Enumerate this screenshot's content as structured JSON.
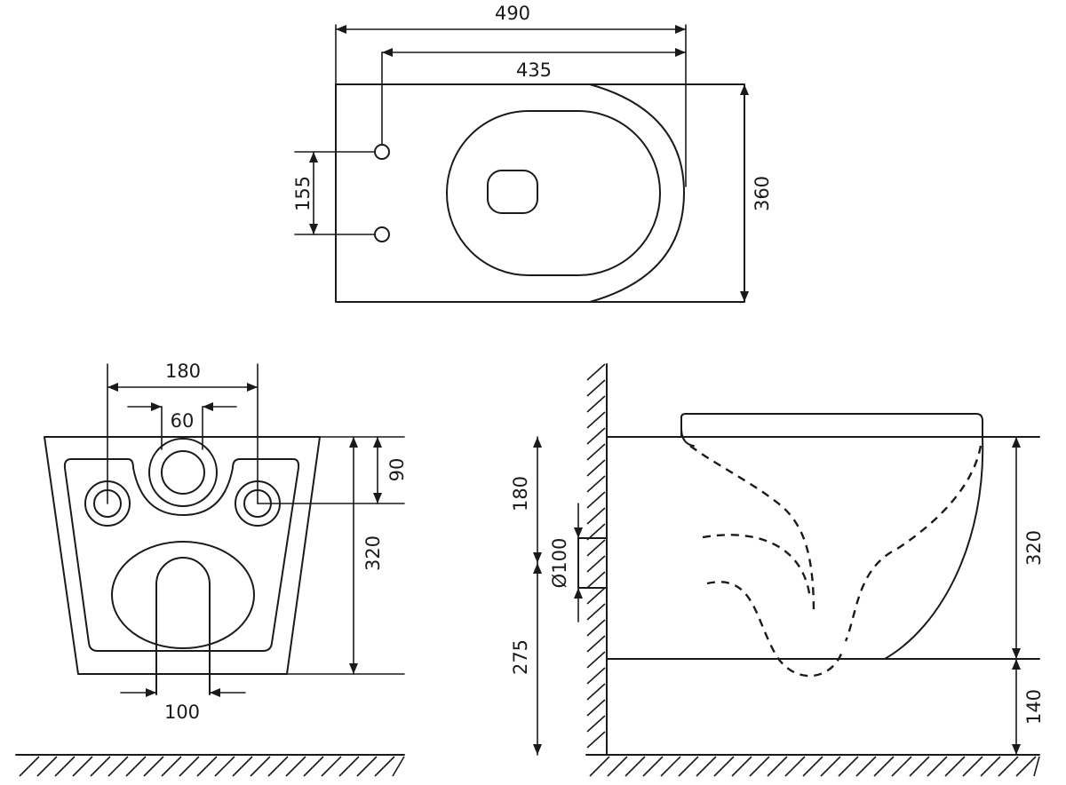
{
  "top_view": {
    "dim_total_length": "490",
    "dim_fixing_to_front": "435",
    "dim_fixing_spacing": "155",
    "dim_width": "360"
  },
  "front_view": {
    "dim_fixing_holes": "180",
    "dim_waste_inlet": "60",
    "dim_inlet_height": "90",
    "dim_height": "320",
    "dim_outlet": "100"
  },
  "side_view": {
    "dim_rim_upper": "180",
    "dim_pipe_diameter": "Ø100",
    "dim_rim_height": "275",
    "dim_height": "320",
    "dim_bottom_height": "140"
  }
}
